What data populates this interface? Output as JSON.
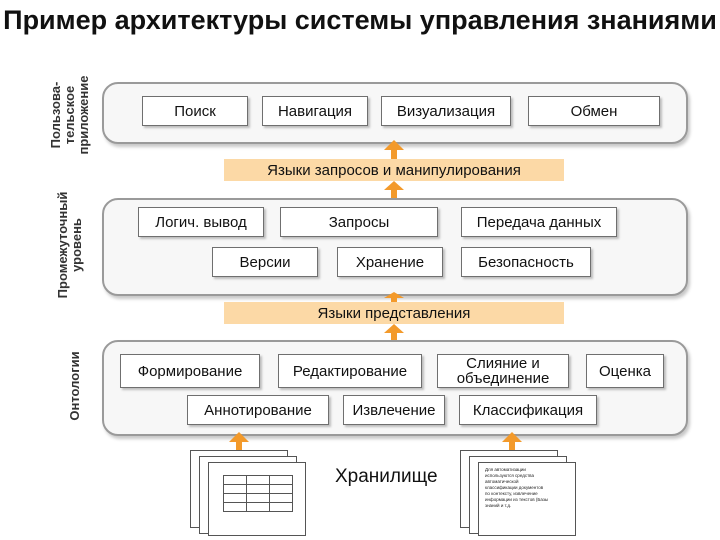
{
  "title": "Пример архитектуры системы управления знаниями",
  "layers": {
    "user_app": {
      "label": "Пользова-\nтельское\nприложение",
      "items": [
        "Поиск",
        "Навигация",
        "Визуализация",
        "Обмен"
      ]
    },
    "middle": {
      "label": "Промежуточный\nуровень",
      "row1": [
        "Логич. вывод",
        "Запросы",
        "Передача данных"
      ],
      "row2": [
        "Версии",
        "Хранение",
        "Безопасность"
      ]
    },
    "ontologies": {
      "label": "Онтологии",
      "row1": [
        "Формирование",
        "Редактирование",
        "Слияние и\nобъединение",
        "Оценка"
      ],
      "row2": [
        "Аннотирование",
        "Извлечение",
        "Классификация"
      ]
    }
  },
  "bands": {
    "query_languages": "Языки запросов и манипулирования",
    "representation_languages": "Языки представления"
  },
  "storage": {
    "label": "Хранилище",
    "doc_text": "Для автоматизации\nиспользуются средства\nавтоматической\nклассификации документов\nпо контексту, извлечение\nинформации из текстов (Базы\nзнаний и т.д."
  },
  "colors": {
    "band": "#fcd9a6",
    "arrow": "#f39a2b",
    "layer_border": "#9a9a9a",
    "layer_fill": "#f7f7f7"
  }
}
